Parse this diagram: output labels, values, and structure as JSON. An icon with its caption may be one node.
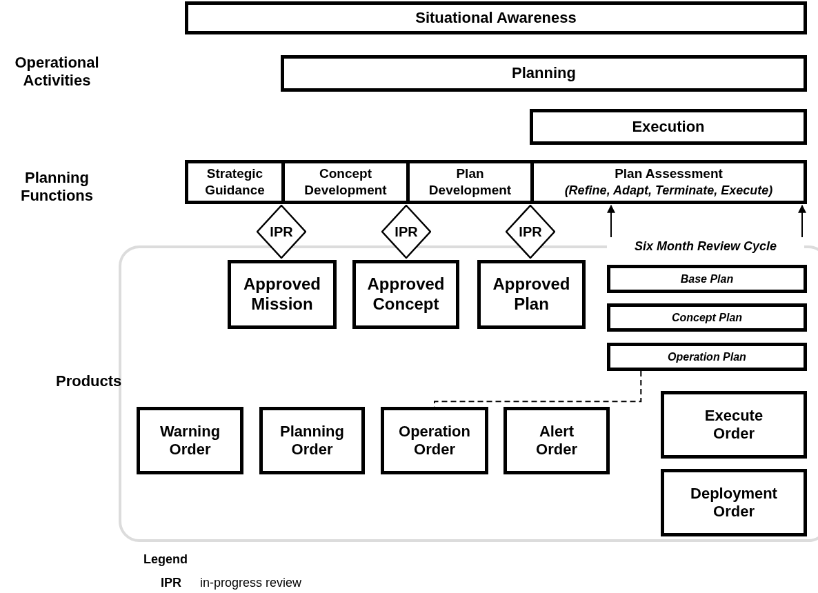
{
  "diagram": {
    "nodes": [
      {
        "text": [
          "Situational Awareness"
        ]
      },
      {
        "text": [
          "Planning"
        ]
      },
      {
        "text": [
          "Execution"
        ]
      },
      {
        "text": [
          "Strategic Guidance"
        ]
      },
      {
        "text": [
          "Concept Development"
        ]
      },
      {
        "text": [
          "Plan Development"
        ]
      },
      {
        "text": [
          "Plan Assessment",
          "(Refine, Adapt, Terminate, Execute)"
        ]
      },
      {
        "text": [
          "Products"
        ]
      },
      {
        "text": [
          "IPR"
        ]
      },
      {
        "text": [
          "IPR"
        ]
      },
      {
        "text": [
          "IPR"
        ]
      },
      {
        "text": [
          "Approved Mission"
        ],
        "in": 7
      },
      {
        "text": [
          "Approved Concept"
        ],
        "in": 7
      },
      {
        "text": [
          "Approved Plan"
        ],
        "in": 7
      },
      {
        "text": [
          "Six Month Review Cycle"
        ]
      },
      {
        "text": [
          "Base Plan"
        ],
        "in": 7
      },
      {
        "text": [
          "Concept Plan"
        ],
        "in": 7
      },
      {
        "text": [
          "Operation Plan"
        ],
        "in": 7
      },
      {
        "text": [
          "Warning Order"
        ],
        "in": 7
      },
      {
        "text": [
          "Planning Order"
        ],
        "in": 7
      },
      {
        "text": [
          "Operation Order"
        ],
        "in": 7
      },
      {
        "text": [
          "Alert Order"
        ],
        "in": 7
      },
      {
        "text": [
          "Execute Order"
        ],
        "in": 7
      },
      {
        "text": [
          "Deployment Order"
        ],
        "in": 7
      }
    ],
    "edges": [
      {
        "from": 14,
        "to": 6,
        "arrow": "to"
      },
      {
        "from": 14,
        "to": 6,
        "arrow": "to"
      },
      {
        "from": 17,
        "to": 20,
        "arrow": "none",
        "style": "dashed"
      }
    ],
    "labels": [
      "Operational Activities",
      "Planning Functions",
      "Legend",
      "IPR",
      "in-progress review"
    ]
  }
}
